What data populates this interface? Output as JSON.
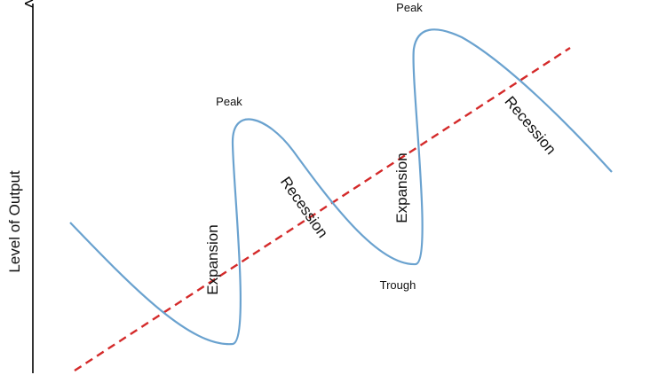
{
  "axis": {
    "y_label": "Level of Output"
  },
  "labels": {
    "peak_1": "Peak",
    "peak_2": "Peak",
    "trough": "Trough",
    "expansion_1": "Expansion",
    "expansion_2": "Expansion",
    "recession_1": "Recession",
    "recession_2": "Recession"
  },
  "colors": {
    "cycle_curve": "#6aa2cf",
    "trend_line": "#d42a2a",
    "axis": "#000000",
    "text": "#111111"
  }
}
